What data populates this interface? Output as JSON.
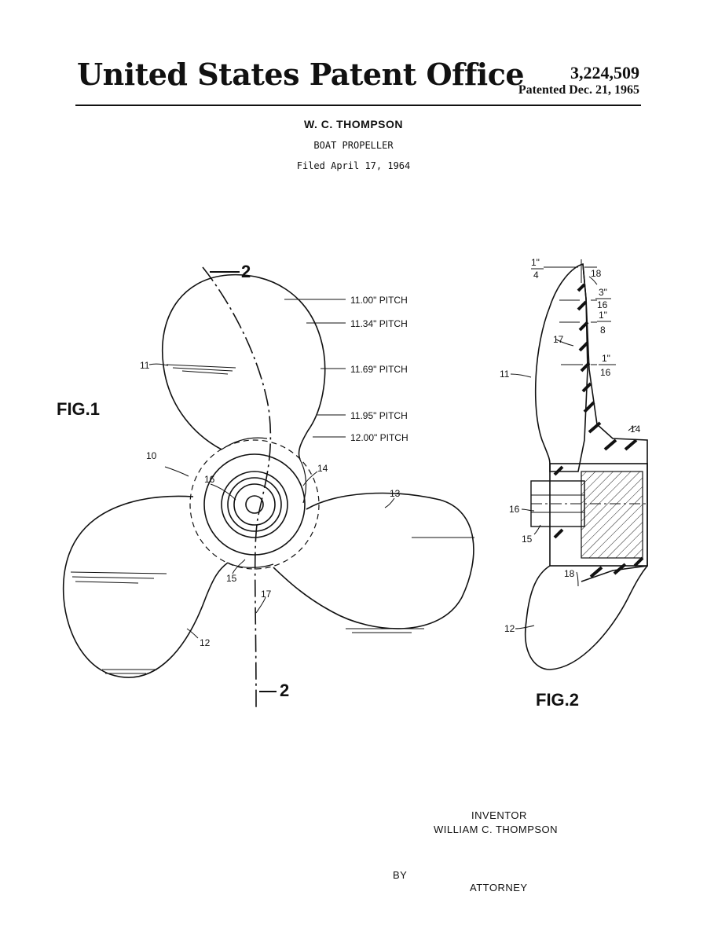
{
  "header": {
    "office": "United States Patent Office",
    "patent_number": "3,224,509",
    "patented": "Patented Dec. 21, 1965"
  },
  "patent": {
    "inventor": "W. C. THOMPSON",
    "title": "BOAT PROPELLER",
    "filed": "Filed April 17, 1964"
  },
  "figure1": {
    "label": "FIG.1",
    "section_marker": "2",
    "pitch_labels": [
      "11.00\" PITCH",
      "11.34\" PITCH",
      "11.69\" PITCH",
      "11.95\" PITCH",
      "12.00\" PITCH"
    ],
    "refs": {
      "r10": "10",
      "r11": "11",
      "r12": "12",
      "r13": "13",
      "r14": "14",
      "r15": "15",
      "r16": "16",
      "r17": "17"
    }
  },
  "figure2": {
    "label": "FIG.2",
    "dims": {
      "quarter": {
        "num": "1\"",
        "den": "4"
      },
      "three_sixteenth": {
        "num": "3\"",
        "den": "16"
      },
      "eighth": {
        "num": "1\"",
        "den": "8"
      },
      "sixteenth": {
        "num": "1\"",
        "den": "16"
      }
    },
    "refs": {
      "r11": "11",
      "r12": "12",
      "r14": "14",
      "r15": "15",
      "r16": "16",
      "r17": "17",
      "r18a": "18",
      "r18b": "18"
    }
  },
  "signature": {
    "inventor_label": "INVENTOR",
    "inventor_name": "WILLIAM C. THOMPSON",
    "by": "BY",
    "attorney": "ATTORNEY"
  }
}
